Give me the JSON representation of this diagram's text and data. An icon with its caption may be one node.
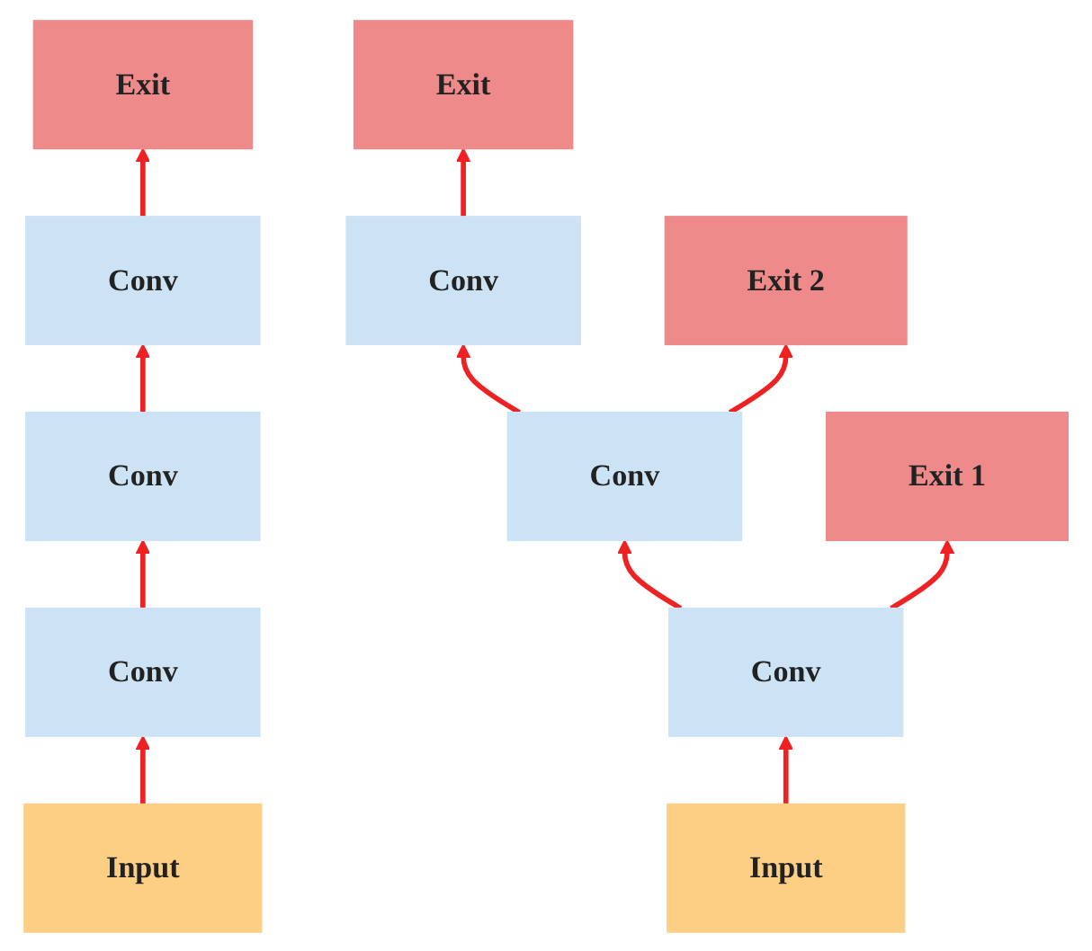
{
  "diagram": {
    "nodes": [
      {
        "text": [
          "Exit"
        ]
      },
      {
        "text": [
          "Conv"
        ]
      },
      {
        "text": [
          "Conv"
        ]
      },
      {
        "text": [
          "Conv"
        ]
      },
      {
        "text": [
          "Input"
        ]
      },
      {
        "text": [
          "Exit"
        ]
      },
      {
        "text": [
          "Conv"
        ]
      },
      {
        "text": [
          "Exit 2"
        ]
      },
      {
        "text": [
          "Conv"
        ]
      },
      {
        "text": [
          "Exit 1"
        ]
      },
      {
        "text": [
          "Conv"
        ]
      },
      {
        "text": [
          "Input"
        ]
      }
    ],
    "edges": [
      {
        "from": 4,
        "to": 3,
        "arrow": "to"
      },
      {
        "from": 3,
        "to": 2,
        "arrow": "to"
      },
      {
        "from": 2,
        "to": 1,
        "arrow": "to"
      },
      {
        "from": 1,
        "to": 0,
        "arrow": "to"
      },
      {
        "from": 11,
        "to": 10,
        "arrow": "to"
      },
      {
        "from": 10,
        "to": 8,
        "arrow": "to"
      },
      {
        "from": 10,
        "to": 9,
        "arrow": "to"
      },
      {
        "from": 8,
        "to": 6,
        "arrow": "to"
      },
      {
        "from": 8,
        "to": 7,
        "arrow": "to"
      },
      {
        "from": 6,
        "to": 5,
        "arrow": "to"
      }
    ]
  }
}
